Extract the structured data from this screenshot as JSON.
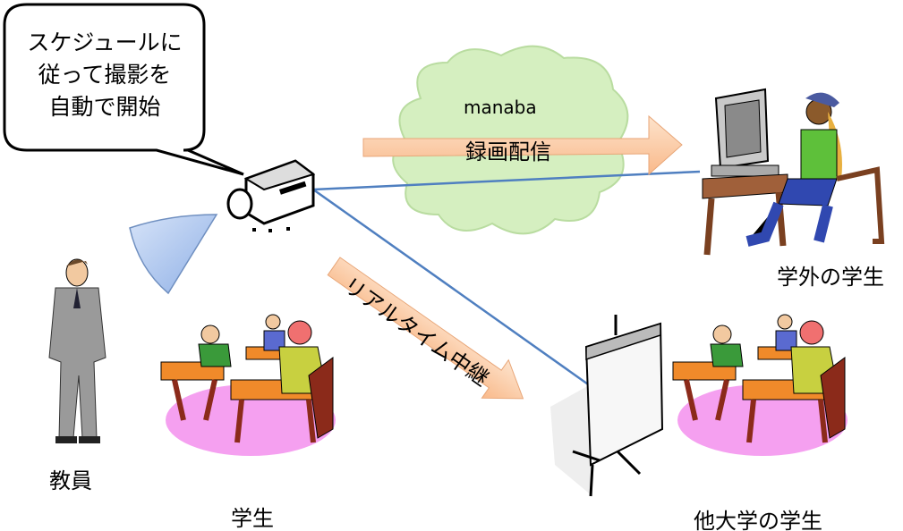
{
  "bubble": {
    "lines": [
      "スケジュールに",
      "従って撮影を",
      "自動で開始"
    ]
  },
  "cloud": {
    "label": "manaba"
  },
  "arrows": {
    "recording": "録画配信",
    "live": "リアルタイム中継"
  },
  "labels": {
    "offcampus": "学外の学生",
    "teacher": "教員",
    "students": "学生",
    "other_univ": "他大学の学生"
  },
  "colors": {
    "cloud": "#d5efc0",
    "arrow": "#fbcfa8",
    "line": "#4f7fc0",
    "fan": "#aac4ee"
  }
}
